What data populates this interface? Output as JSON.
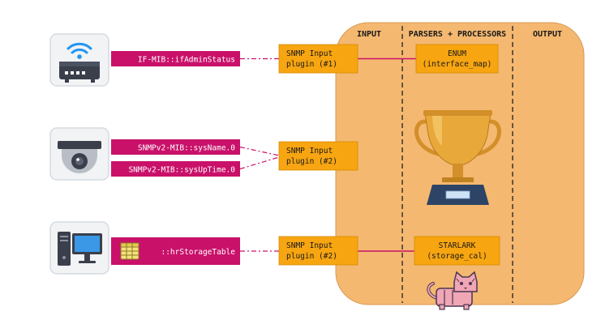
{
  "columns": {
    "input": "INPUT",
    "parsers": "PARSERS + PROCESSORS",
    "output": "OUTPUT"
  },
  "devices": [
    {
      "icon": "wifi-router-icon"
    },
    {
      "icon": "security-camera-icon"
    },
    {
      "icon": "desktop-computer-icon"
    }
  ],
  "metrics": {
    "if_admin_status": "IF-MIB::ifAdminStatus",
    "sys_name": "SNMPv2-MIB::sysName.0",
    "sys_uptime": "SNMPv2-MIB::sysUpTime.0",
    "hr_storage_table": "::hrStorageTable",
    "table_icon": "table-icon"
  },
  "plugins": {
    "plugin1": {
      "line1": "SNMP Input",
      "line2": "plugin (#1)"
    },
    "plugin2": {
      "line1": "SNMP Input",
      "line2": "plugin (#2)"
    },
    "plugin3": {
      "line1": "SNMP Input",
      "line2": "plugin (#2)"
    }
  },
  "processors": {
    "enum": {
      "line1": "ENUM",
      "line2": "(interface_map)"
    },
    "starlark": {
      "line1": "STARLARK",
      "line2": "(storage_cal)"
    }
  },
  "decorations": {
    "trophy": "trophy-icon",
    "mascot": "tiger-mascot-icon"
  },
  "colors": {
    "panel": "#f4b870",
    "panel_stroke": "#c98a3d",
    "magenta": "#c9116a",
    "plugin": "#f7a510",
    "device_bg": "#f1f3f5",
    "trophy_gold": "#e8a93a",
    "trophy_base": "#2d4466"
  }
}
